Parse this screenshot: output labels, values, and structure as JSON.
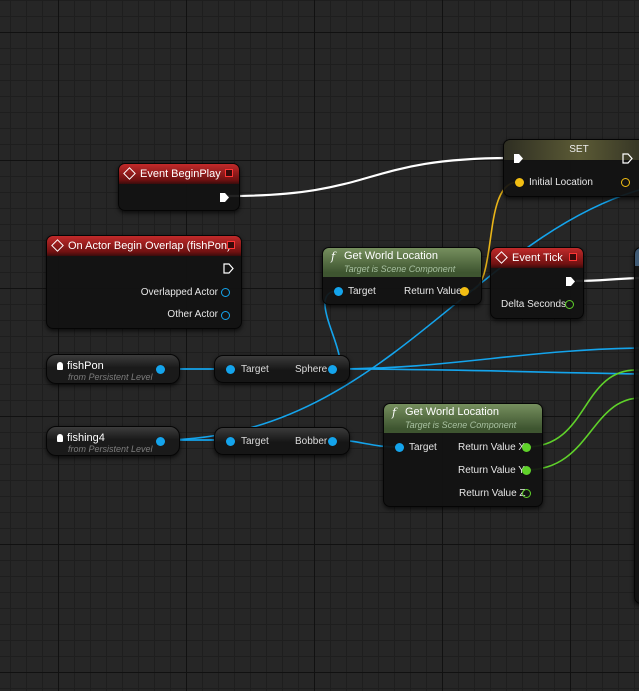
{
  "nodes": {
    "event_begin_play": {
      "title": "Event BeginPlay"
    },
    "on_actor_begin_overlap": {
      "title": "On Actor Begin Overlap (fishPon)",
      "pins": [
        "Overlapped Actor",
        "Other Actor"
      ]
    },
    "set_node": {
      "title": "SET",
      "pin": "Initial Location"
    },
    "get_world_location_1": {
      "title": "Get World Location",
      "subtitle": "Target is Scene Component",
      "target": "Target",
      "return": "Return Value"
    },
    "event_tick": {
      "title": "Event Tick",
      "pin": "Delta Seconds"
    },
    "var_fishpon": {
      "name": "fishPon",
      "level": "from Persistent Level"
    },
    "var_fishing4": {
      "name": "fishing4",
      "level": "from Persistent Level"
    },
    "getter_sphere": {
      "target": "Target",
      "output": "Sphere"
    },
    "getter_bobber": {
      "target": "Target",
      "output": "Bobber"
    },
    "get_world_location_2": {
      "title": "Get World Location",
      "subtitle": "Target is Scene Component",
      "target": "Target",
      "outputs": [
        "Return Value X",
        "Return Value Y",
        "Return Value Z"
      ]
    }
  },
  "colors": {
    "object_pin": "#14a4ec",
    "float_pin": "#5fd12a",
    "vector_pin": "#f2be13",
    "event_header": "#c22a2a",
    "function_header": "#768f5e"
  }
}
